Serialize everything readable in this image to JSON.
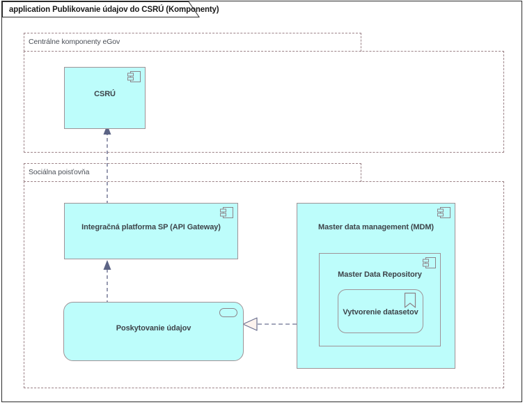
{
  "frame": {
    "title": "application Publikovanie údajov do CSRÚ (Komponenty)"
  },
  "groups": [
    {
      "id": "centralne-komponenty-egov",
      "label": "Centrálne komponenty eGov"
    },
    {
      "id": "socialna-poistovna",
      "label": "Sociálna poisťovňa"
    }
  ],
  "components": {
    "csru": {
      "label": "CSRÚ",
      "icon": "uml-component-icon"
    },
    "integracna_platforma": {
      "label": "Integračná platforma SP (API Gateway)",
      "icon": "uml-component-icon"
    },
    "mdm": {
      "label": "Master data management (MDM)",
      "icon": "uml-component-icon"
    },
    "master_data_repository": {
      "label": "Master Data Repository",
      "icon": "uml-component-icon"
    },
    "vytvorenie_datasetov": {
      "label": "Vytvorenie datasetov",
      "icon": "bookmark-icon"
    },
    "poskytovanie_udajov": {
      "label": "Poskytovanie údajov",
      "icon": "application-service-icon"
    }
  },
  "connectors": [
    {
      "id": "csru-from-integracna-platforma",
      "type": "dashed-arrow-filled-head",
      "direction": "up"
    },
    {
      "id": "integracna-platforma-from-poskytovanie-udajov",
      "type": "dashed-arrow-filled-head",
      "direction": "up"
    },
    {
      "id": "poskytovanie-udajov-realized-by-mdm",
      "type": "dashed-realization-hollow-triangle",
      "direction": "left"
    }
  ],
  "colors": {
    "component_fill": "#bdfdfb",
    "component_border": "#9f9296",
    "group_border": "#9b8186",
    "frame_border": "#2b2b2b",
    "connector": "#6b7090",
    "label_text": "#3d4349",
    "group_label_text": "#4a4f57"
  }
}
